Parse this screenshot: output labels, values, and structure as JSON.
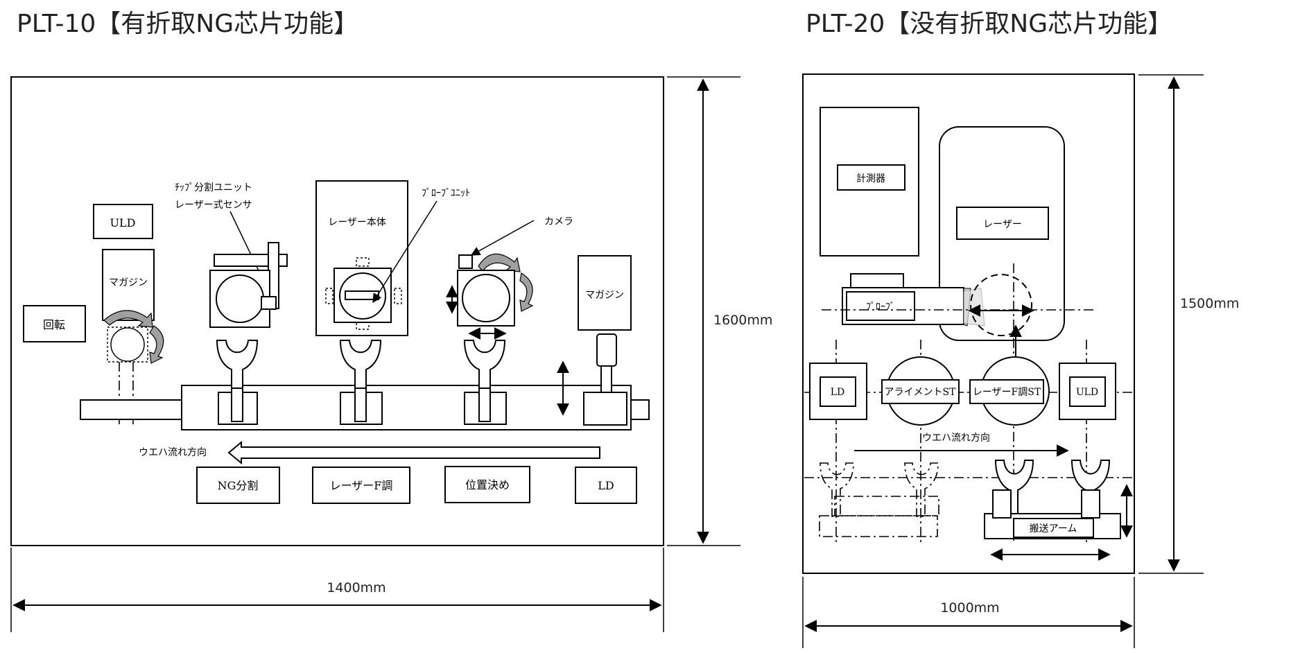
{
  "left": {
    "title": "PLT-10【有折取NG芯片功能】",
    "width_label": "1400mm",
    "height_label": "1600mm",
    "labels": {
      "uld": "ULD",
      "magazine_left": "マガジン",
      "rotate": "回転",
      "chip_split_line1": "ﾁｯﾌﾟ分割ユニット",
      "chip_split_line2": "レーザー式センサ",
      "laser_body": "レーザー本体",
      "probe_unit": "ﾌﾟﾛｰﾌﾞﾕﾆｯﾄ",
      "camera": "カメラ",
      "magazine_right": "マガジン",
      "wafer_flow": "ウエハ流れ方向",
      "ng_split": "NG分割",
      "laser_f": "レーザーF調",
      "positioning": "位置決め",
      "ld": "LD"
    }
  },
  "right": {
    "title": "PLT-20【没有折取NG芯片功能】",
    "width_label": "1000mm",
    "height_label": "1500mm",
    "labels": {
      "meter": "計測器",
      "laser": "レーザー",
      "probe": "ﾌﾟﾛｰﾌﾞ",
      "ld": "LD",
      "alignment": "アライメントST",
      "laser_f_st": "レーザーF調ST",
      "uld": "ULD",
      "wafer_flow": "ウエハ流れ方向",
      "transfer_arm": "搬送アーム"
    }
  }
}
